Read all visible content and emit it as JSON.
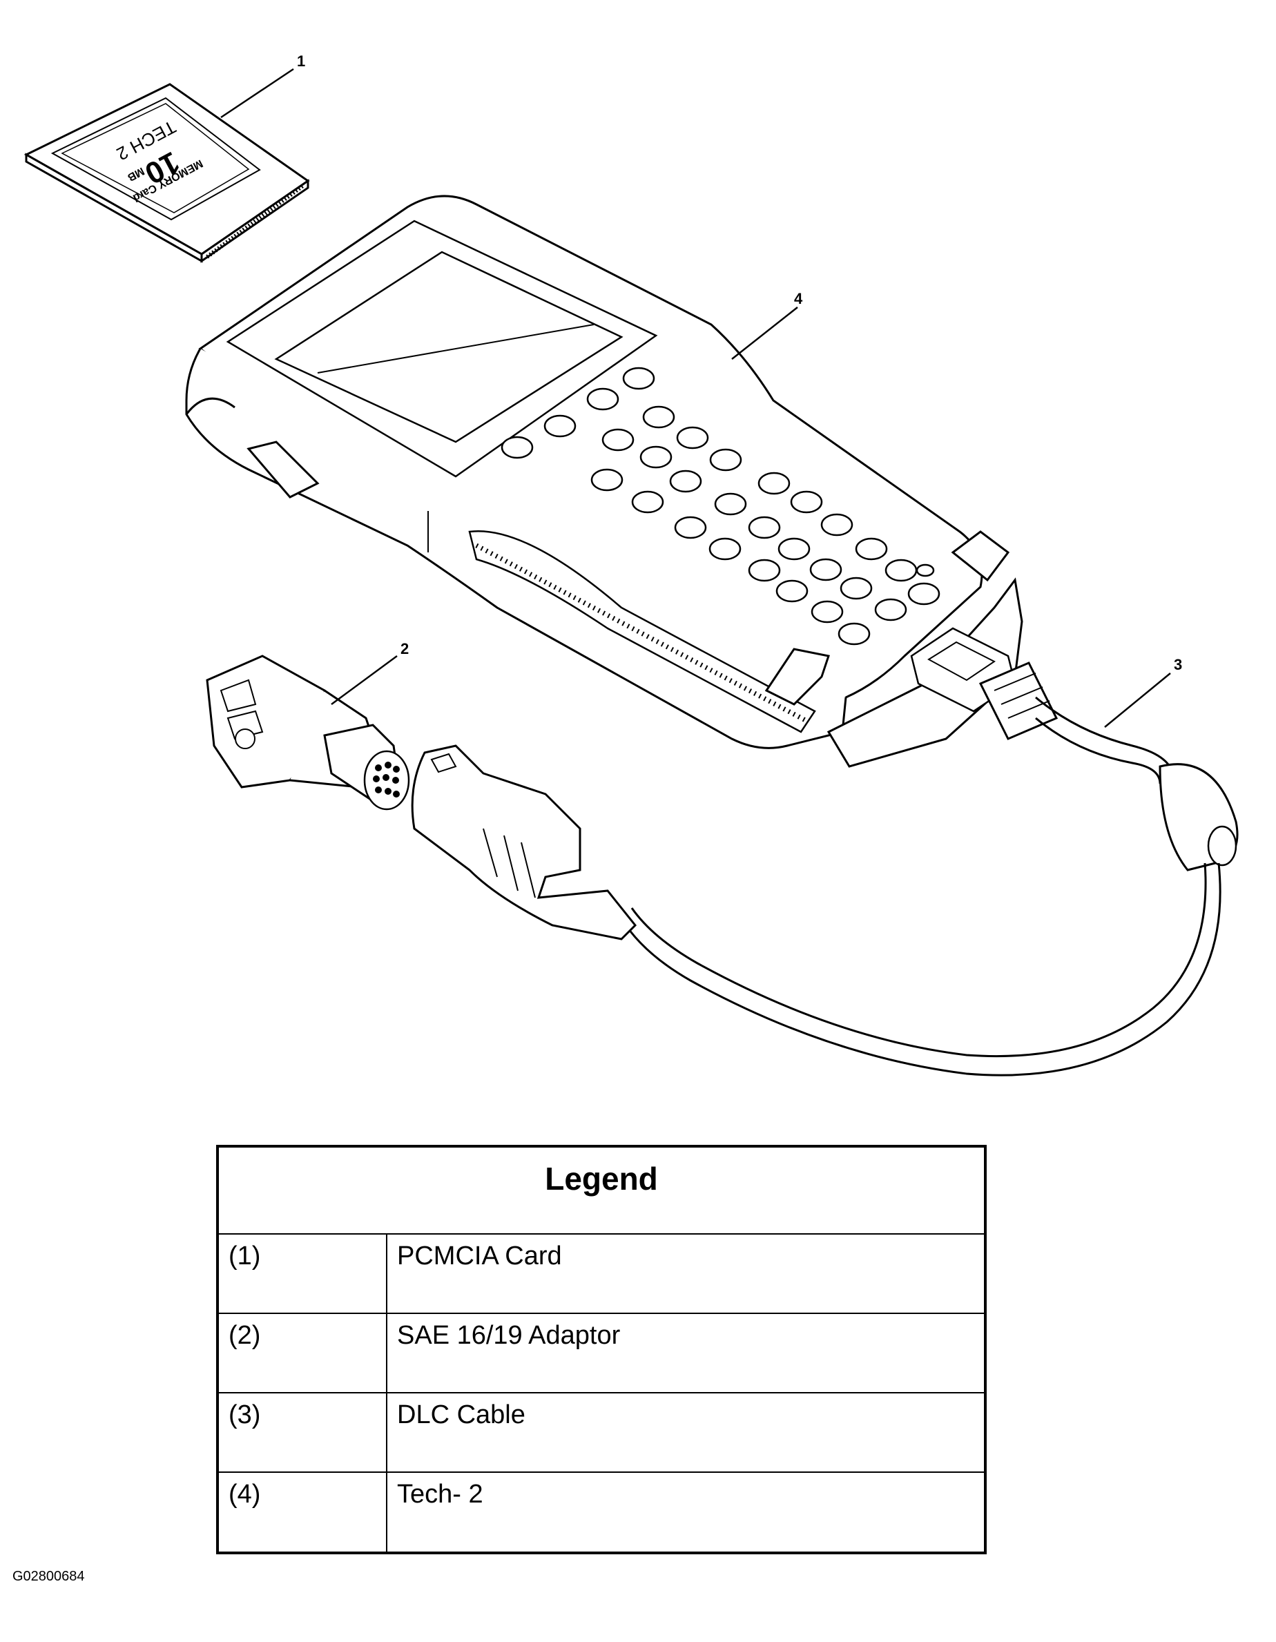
{
  "callouts": [
    "1",
    "2",
    "3",
    "4"
  ],
  "card_text": {
    "brand": "TECH 2",
    "size": "10",
    "size_unit": "MB",
    "kind": "MEMORY Card"
  },
  "legend": {
    "title": "Legend",
    "rows": [
      {
        "num": "(1)",
        "text": "PCMCIA Card"
      },
      {
        "num": "(2)",
        "text": "SAE 16/19 Adaptor"
      },
      {
        "num": "(3)",
        "text": "DLC Cable"
      },
      {
        "num": "(4)",
        "text": "Tech- 2"
      }
    ]
  },
  "figure_code": "G02800684"
}
